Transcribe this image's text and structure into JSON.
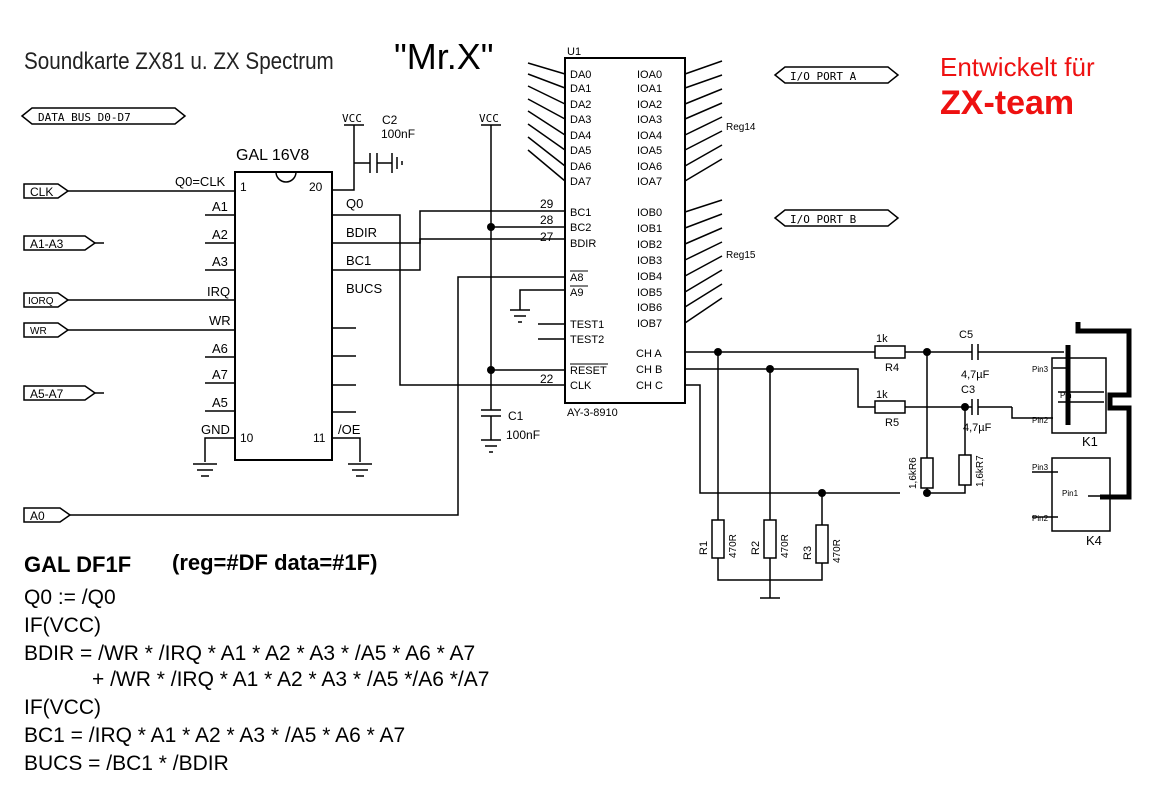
{
  "header": {
    "title": "Soundkarte ZX81 u. ZX Spectrum",
    "model": "\"Mr.X\"",
    "developed_for": "Entwickelt für",
    "team": "ZX-team",
    "accent_color": "#ee1111"
  },
  "bus_labels": {
    "data_bus": "DATA BUS D0-D7",
    "io_port_a": "I/O PORT A",
    "io_port_b": "I/O PORT B"
  },
  "inputs": {
    "clk": "CLK",
    "a1_a3": "A1-A3",
    "iorq": "IORQ",
    "wr": "WR",
    "a5_a7": "A5-A7",
    "a0": "A0"
  },
  "gal": {
    "name": "GAL 16V8",
    "left_pins": [
      "Q0=CLK",
      "A1",
      "A2",
      "A3",
      "IRQ",
      "WR",
      "A6",
      "A7",
      "A5",
      "GND"
    ],
    "pin_1": "1",
    "pin_10": "10",
    "pin_11": "11",
    "pin_20": "20",
    "right_pins": [
      "Q0",
      "BDIR",
      "BC1",
      "BUCS",
      "/OE"
    ]
  },
  "ay": {
    "ref": "U1",
    "part": "AY-3-8910",
    "da_pins": [
      "DA0",
      "DA1",
      "DA2",
      "DA3",
      "DA4",
      "DA5",
      "DA6",
      "DA7"
    ],
    "ioa_pins": [
      "IOA0",
      "IOA1",
      "IOA2",
      "IOA3",
      "IOA4",
      "IOA5",
      "IOA6",
      "IOA7"
    ],
    "iob_pins": [
      "IOB0",
      "IOB1",
      "IOB2",
      "IOB3",
      "IOB4",
      "IOB5",
      "IOB6",
      "IOB7"
    ],
    "left_ctrl": [
      "BC1",
      "BC2",
      "BDIR",
      "A8",
      "A9",
      "TEST1",
      "TEST2",
      "RESET",
      "CLK"
    ],
    "pin_numbers": [
      "29",
      "28",
      "27",
      "22"
    ],
    "channels": [
      "CH A",
      "CH B",
      "CH C"
    ],
    "reg14": "Reg14",
    "reg15": "Reg15"
  },
  "power": {
    "vcc_1": "VCC",
    "vcc_2": "VCC"
  },
  "components": {
    "c1_ref": "C1",
    "c1_val": "100nF",
    "c2_ref": "C2",
    "c2_val": "100nF",
    "c3_ref": "C3",
    "c3_val": "4,7µF",
    "c5_ref": "C5",
    "c5_val": "4,7µF",
    "r4_val": "1k",
    "r4_ref": "R4",
    "r5_val": "1k",
    "r5_ref": "R5",
    "r6_label": "1,6kR6",
    "r7_label": "1,6kR7",
    "r1_ref": "R1",
    "r1_val": "470R",
    "r2_ref": "R2",
    "r2_val": "470R",
    "r3_ref": "R3",
    "r3_val": "470R",
    "k1": "K1",
    "k4": "K4",
    "pin1": "Pin1",
    "pin2": "Pin2",
    "pin3": "Pin3",
    "pin_short": "Pin"
  },
  "gal_equations": {
    "heading": "GAL DF1F",
    "reg_info": "(reg=#DF data=#1F)",
    "lines": [
      "Q0 := /Q0",
      "IF(VCC)",
      "BDIR = /WR * /IRQ * A1 * A2 * A3 * /A5 * A6 * A7",
      "+ /WR * /IRQ * A1 * A2 * A3 * /A5 */A6 */A7",
      "IF(VCC)",
      "BC1 = /IRQ * A1 * A2 * A3 * /A5 * A6 * A7",
      "BUCS = /BC1 * /BDIR"
    ]
  }
}
